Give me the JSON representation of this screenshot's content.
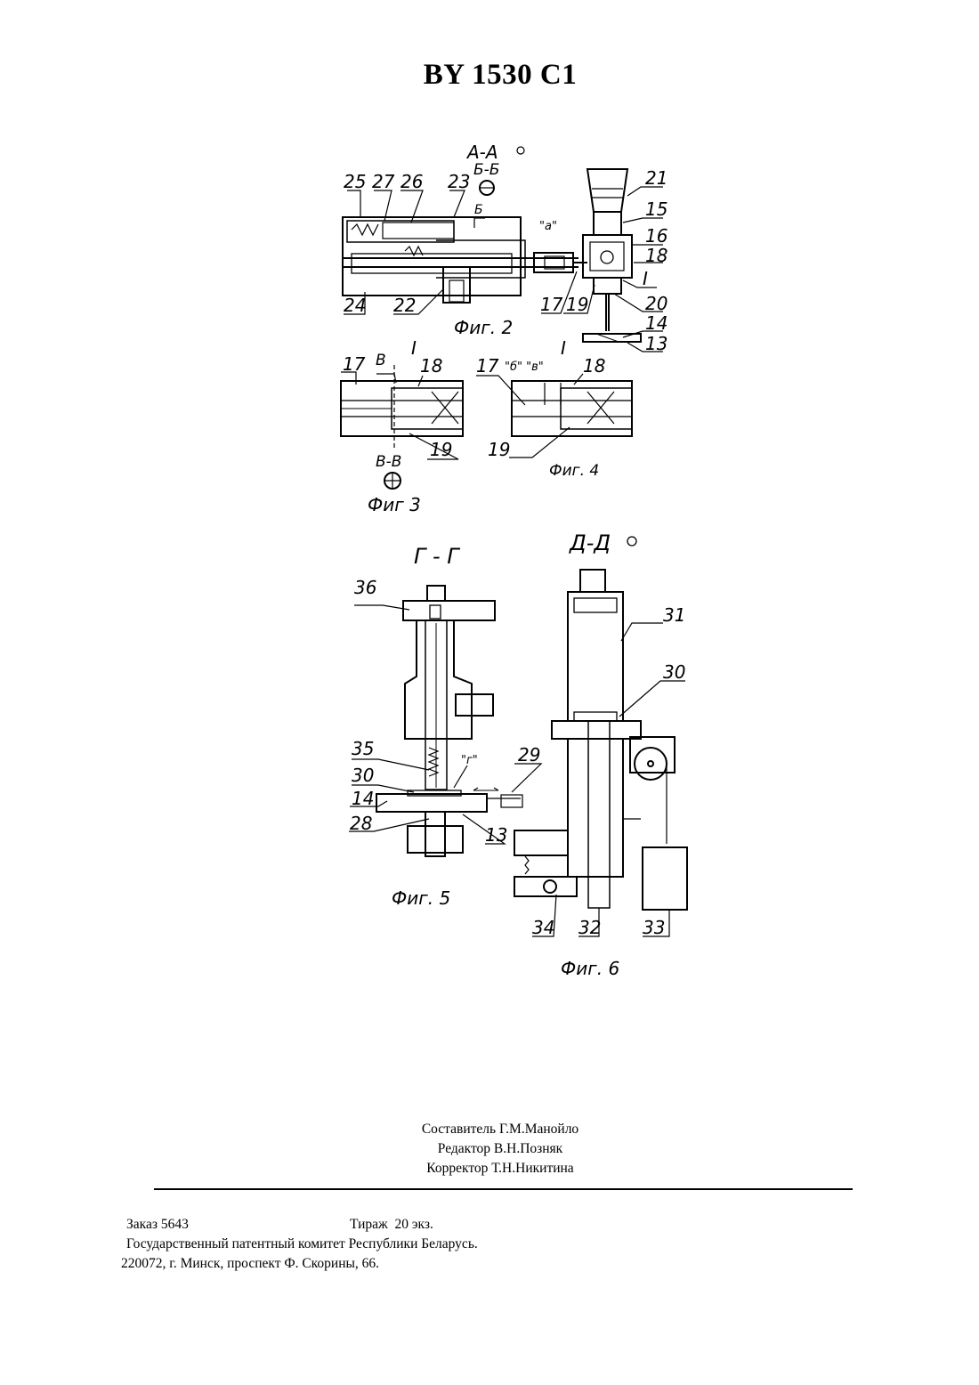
{
  "document": {
    "patent_number": "BY 1530 C1"
  },
  "figures": {
    "fig2": {
      "caption": "Фиг. 2",
      "section_aa": "А-А",
      "section_bb": "Б-Б",
      "marker_b": "Б",
      "letter_a": "\"а\"",
      "labels": [
        "25",
        "27",
        "26",
        "23",
        "21",
        "15",
        "16",
        "18",
        "24",
        "22",
        "17",
        "19",
        "20",
        "14",
        "13",
        "I"
      ]
    },
    "fig3": {
      "caption": "Фиг 3",
      "section_vv": "В-В",
      "marker_v": "В",
      "labels": [
        "17",
        "18",
        "19",
        "I"
      ]
    },
    "fig4": {
      "caption": "Фиг. 4",
      "letters": "\"б\" \"в\"",
      "labels": [
        "17",
        "18",
        "19",
        "I"
      ]
    },
    "fig5": {
      "caption": "Фиг. 5",
      "section_gg": "Г - Г",
      "letter_g": "\"г\"",
      "labels": [
        "36",
        "35",
        "30",
        "14",
        "28",
        "13",
        "29"
      ]
    },
    "fig6": {
      "caption": "Фиг. 6",
      "section_dd": "Д-Д",
      "labels": [
        "31",
        "30",
        "34",
        "32",
        "33"
      ]
    }
  },
  "credits": {
    "compiler": "Составитель Г.М.Манойло",
    "editor": "Редактор В.Н.Позняк",
    "proofreader": "Корректор Т.Н.Никитина"
  },
  "footer": {
    "order": "Заказ 5643",
    "circulation": "Тираж  20 экз.",
    "committee": "Государственный патентный комитет Республики Беларусь.",
    "address": "220072, г. Минск, проспект Ф. Скорины, 66."
  }
}
